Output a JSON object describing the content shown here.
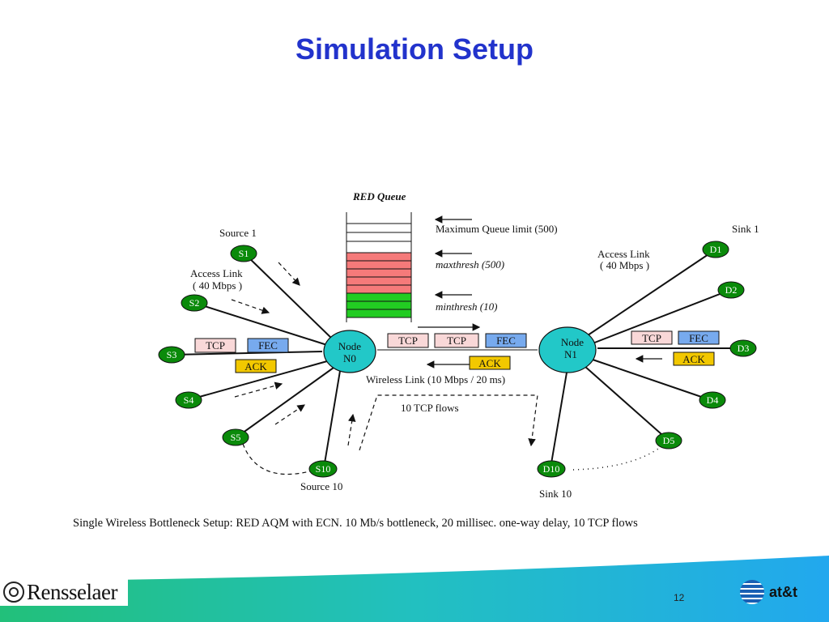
{
  "slide": {
    "title": "Simulation Setup",
    "caption": "Single Wireless Bottleneck Setup: RED AQM with ECN. 10 Mb/s bottleneck, 20 millisec. one-way delay, 10 TCP flows",
    "page_number": "12"
  },
  "diagram": {
    "queue_title": "RED Queue",
    "queue_labels": {
      "max_limit": "Maximum Queue limit (500)",
      "maxthresh": "maxthresh (500)",
      "minthresh": "minthresh (10)"
    },
    "source_label_top": "Source 1",
    "source_label_bottom": "Source 10",
    "sink_label_top": "Sink 1",
    "sink_label_bottom": "Sink 10",
    "access_link_left": [
      "Access Link",
      "( 40 Mbps )"
    ],
    "access_link_right": [
      "Access Link",
      "( 40 Mbps )"
    ],
    "node_left": [
      "Node",
      "N0"
    ],
    "node_right": [
      "Node",
      "N1"
    ],
    "wireless_link": "Wireless Link (10 Mbps / 20 ms)",
    "tcp_flows": "10 TCP flows",
    "sources": [
      "S1",
      "S2",
      "S3",
      "S4",
      "S5",
      "S10"
    ],
    "sinks": [
      "D1",
      "D2",
      "D3",
      "D4",
      "D5",
      "D10"
    ],
    "packets": {
      "tcp": "TCP",
      "fec": "FEC",
      "ack": "ACK"
    },
    "colors": {
      "node": "#22c8c8",
      "host": "#0a8a0a",
      "queue_red": "#f57a7a",
      "queue_green": "#22cc22",
      "tcp_box": "#f9d8d8",
      "fec_box": "#77aaee",
      "ack_box": "#f2c800"
    }
  },
  "logos": {
    "left": "Rensselaer",
    "right": "at&t"
  }
}
